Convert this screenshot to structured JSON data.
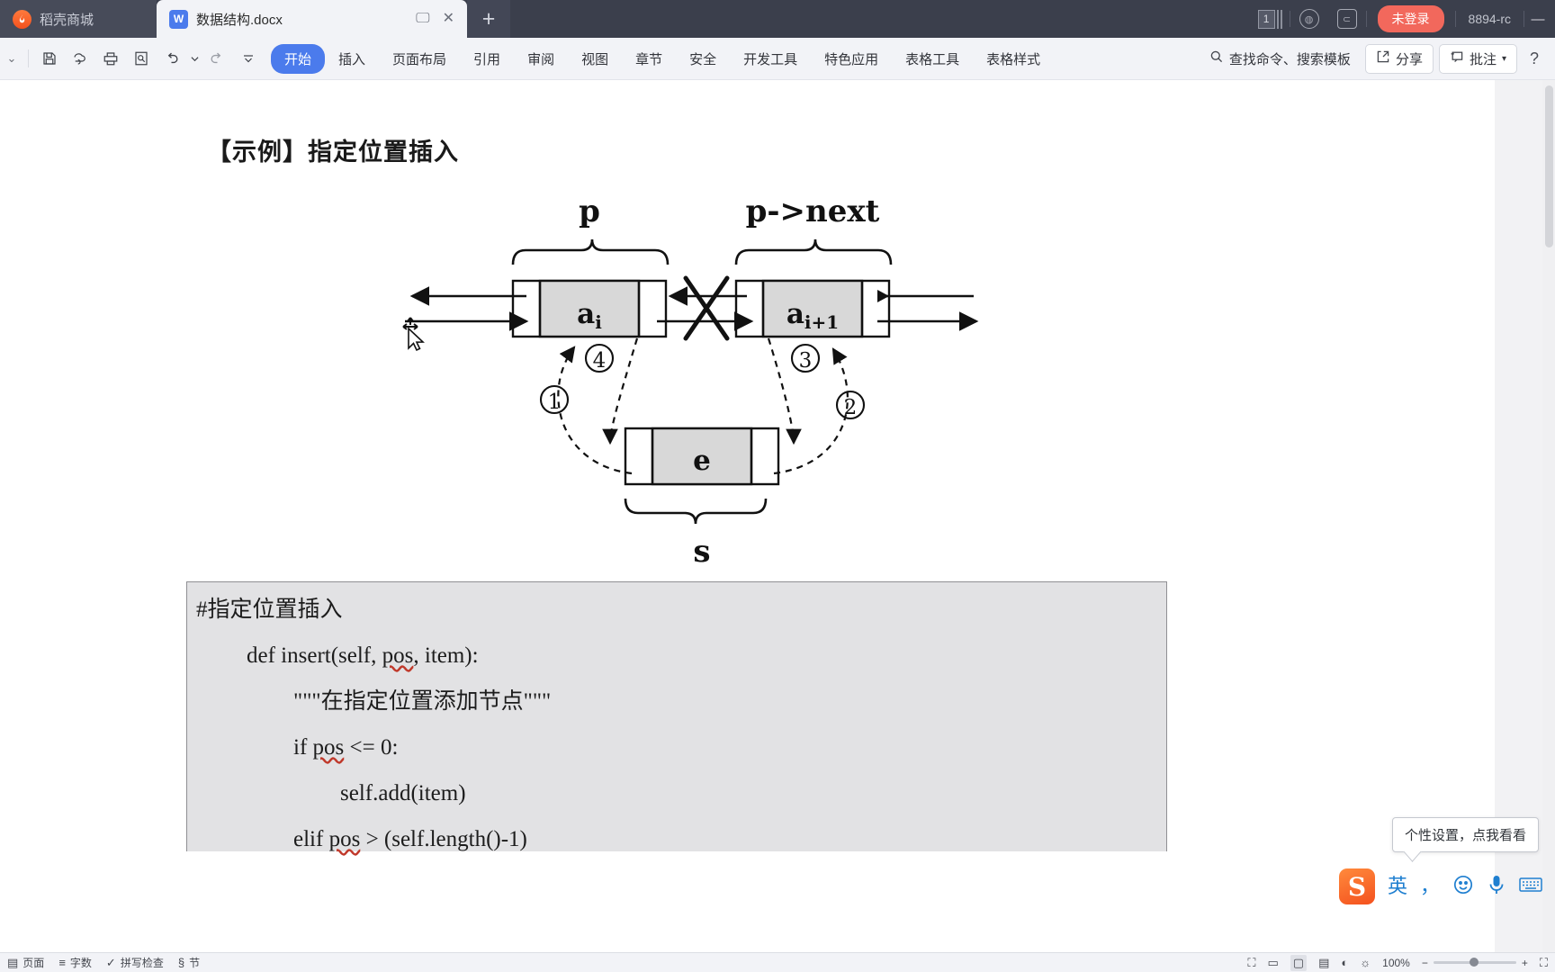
{
  "titlebar": {
    "tabs": [
      {
        "label": "稻壳商城",
        "icon": "flame-icon",
        "active": false
      },
      {
        "label": "数据结构.docx",
        "icon": "word-doc-icon",
        "active": true
      }
    ],
    "new_tab_label": "+",
    "doc_tab_actions": {
      "restore_label": "🖵",
      "close_label": "✕"
    },
    "page_badge": "1",
    "icon_buttons": [
      {
        "name": "backup-icon",
        "glyph": "◍"
      },
      {
        "name": "cloud-sync-icon",
        "glyph": "⊂"
      }
    ],
    "login_label": "未登录",
    "build_id": "8894-rc",
    "minimize_label": "—"
  },
  "ribbon": {
    "collapse_label": "⌄",
    "quick_access": [
      {
        "name": "save-icon",
        "glyph": "save"
      },
      {
        "name": "cloud-upload-icon",
        "glyph": "cloud"
      },
      {
        "name": "print-icon",
        "glyph": "print"
      },
      {
        "name": "print-preview-icon",
        "glyph": "preview"
      },
      {
        "name": "undo-icon",
        "glyph": "undo"
      },
      {
        "name": "redo-icon",
        "glyph": "redo"
      },
      {
        "name": "customize-dropdown-icon",
        "glyph": "chevron"
      }
    ],
    "tabs": [
      {
        "label": "开始",
        "active": true
      },
      {
        "label": "插入",
        "active": false
      },
      {
        "label": "页面布局",
        "active": false
      },
      {
        "label": "引用",
        "active": false
      },
      {
        "label": "审阅",
        "active": false
      },
      {
        "label": "视图",
        "active": false
      },
      {
        "label": "章节",
        "active": false
      },
      {
        "label": "安全",
        "active": false
      },
      {
        "label": "开发工具",
        "active": false
      },
      {
        "label": "特色应用",
        "active": false
      },
      {
        "label": "表格工具",
        "active": false
      },
      {
        "label": "表格样式",
        "active": false
      }
    ],
    "search_placeholder": "查找命令、搜索模板",
    "share_label": "分享",
    "comment_label": "批注",
    "comment_caret": "▾",
    "help_label": "?"
  },
  "document": {
    "heading": "【示例】指定位置插入",
    "diagram": {
      "label_p": "p",
      "label_pnext": "p->next",
      "label_s": "s",
      "node1_value": "a",
      "node1_sub": "i",
      "node2_value": "a",
      "node2_sub": "i+1",
      "new_node_value": "e",
      "step_labels": [
        "①",
        "②",
        "③",
        "④"
      ]
    },
    "code_lines": [
      {
        "text": "#指定位置插入",
        "indent": 0,
        "misspelled": ""
      },
      {
        "text": "def insert(self, pos, item):",
        "indent": 1,
        "misspelled": "pos"
      },
      {
        "text": "\"\"\"在指定位置添加节点\"\"\"",
        "indent": 2,
        "misspelled": ""
      },
      {
        "text": "if pos <= 0:",
        "indent": 2,
        "misspelled": "pos"
      },
      {
        "text": "self.add(item)",
        "indent": 3,
        "misspelled": ""
      },
      {
        "text": "elif pos > (self.length()-1)",
        "indent": 2,
        "misspelled": "pos"
      }
    ]
  },
  "ime": {
    "tooltip": "个性设置，点我看看",
    "logo_label": "S",
    "items": [
      {
        "name": "language-mode-icon",
        "glyph": "英"
      },
      {
        "name": "punctuation-icon",
        "glyph": "，"
      },
      {
        "name": "emoji-icon",
        "glyph": "☺"
      },
      {
        "name": "microphone-icon",
        "glyph": "🎤"
      },
      {
        "name": "soft-keyboard-icon",
        "glyph": "⌨"
      }
    ]
  },
  "statusbar": {
    "left_items": [
      {
        "name": "page-count",
        "label": "页面"
      },
      {
        "name": "word-count",
        "label": "字数"
      },
      {
        "name": "spellcheck",
        "label": "拼写检查"
      },
      {
        "name": "doc-section",
        "label": "节"
      }
    ],
    "view_modes": [
      {
        "name": "web-layout-view-icon",
        "glyph": "⛶"
      },
      {
        "name": "reading-view-icon",
        "glyph": "▭"
      },
      {
        "name": "print-layout-view-icon",
        "glyph": "▢",
        "active": true
      },
      {
        "name": "outline-view-icon",
        "glyph": "▤"
      },
      {
        "name": "focus-view-icon",
        "glyph": "◐"
      },
      {
        "name": "night-mode-icon",
        "glyph": "☼"
      }
    ],
    "zoom_level": "100%",
    "zoom_out_label": "−",
    "zoom_in_label": "+",
    "fit-page-label": "⛶"
  }
}
